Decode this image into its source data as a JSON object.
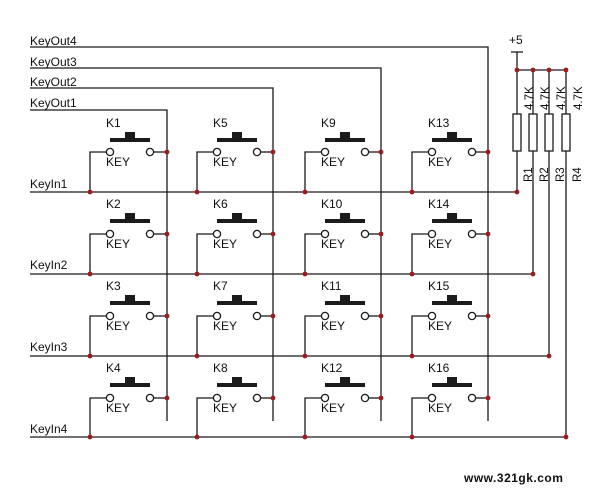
{
  "key_out_labels": [
    "KeyOut4",
    "KeyOut3",
    "KeyOut2",
    "KeyOut1"
  ],
  "key_in_labels": [
    "KeyIn1",
    "KeyIn2",
    "KeyIn3",
    "KeyIn4"
  ],
  "switches": [
    [
      "K1",
      "K5",
      "K9",
      "K13"
    ],
    [
      "K2",
      "K6",
      "K10",
      "K14"
    ],
    [
      "K3",
      "K7",
      "K11",
      "K15"
    ],
    [
      "K4",
      "K8",
      "K12",
      "K16"
    ]
  ],
  "switch_type_label": "KEY",
  "supply_label": "+5",
  "resistors": [
    {
      "name": "R1",
      "value": "4.7K"
    },
    {
      "name": "R2",
      "value": "4.7K"
    },
    {
      "name": "R3",
      "value": "4.7K"
    },
    {
      "name": "R4",
      "value": "4.7K"
    }
  ],
  "watermark": "www.321gk.com",
  "colors": {
    "wire": "#1b1b1b",
    "node": "#9b1c1c"
  }
}
